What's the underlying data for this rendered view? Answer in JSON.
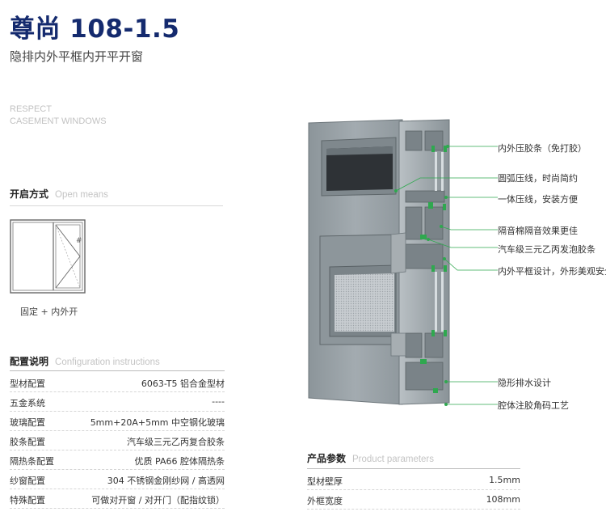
{
  "header": {
    "title": "尊尚 108-1.5",
    "subtitle": "隐排内外平框内开平开窗"
  },
  "watermark_text": {
    "line1": "RESPECT",
    "line2": "CASEMENT WINDOWS"
  },
  "open_means": {
    "title_cn": "开启方式",
    "title_en": "Open means",
    "diagram_mark": "#",
    "caption": "固定 + 内外开"
  },
  "configuration": {
    "title_cn": "配置说明",
    "title_en": "Configuration instructions",
    "rows": [
      {
        "label": "型材配置",
        "value": "6063-T5 铝合金型材"
      },
      {
        "label": "五金系统",
        "value": "----"
      },
      {
        "label": "玻璃配置",
        "value": "5mm+20A+5mm 中空钢化玻璃"
      },
      {
        "label": "胶条配置",
        "value": "汽车级三元乙丙复合胶条"
      },
      {
        "label": "隔热条配置",
        "value": "优质 PA66 腔体隔热条"
      },
      {
        "label": "纱窗配置",
        "value": "304 不锈钢金刚纱网 / 高透网"
      },
      {
        "label": "特殊配置",
        "value": "可做对开窗 / 对开门（配指纹锁）"
      }
    ]
  },
  "product_parameters": {
    "title_cn": "产品参数",
    "title_en": "Product parameters",
    "rows": [
      {
        "label": "型材壁厚",
        "value": "1.5mm"
      },
      {
        "label": "外框宽度",
        "value": "108mm"
      }
    ]
  },
  "callouts": [
    "内外压胶条（免打胶）",
    "圆弧压线，时尚简约",
    "一体压线，安装方便",
    "隔音棉隔音效果更佳",
    "汽车级三元乙丙发泡胶条",
    "内外平框设计，外形美观安全",
    "隐形排水设计",
    "腔体注胶角码工艺"
  ],
  "colors": {
    "title": "#142a6e",
    "profile": "#9aa3a8",
    "profile_dark": "#6f787d",
    "gasket": "#2fa84f"
  }
}
